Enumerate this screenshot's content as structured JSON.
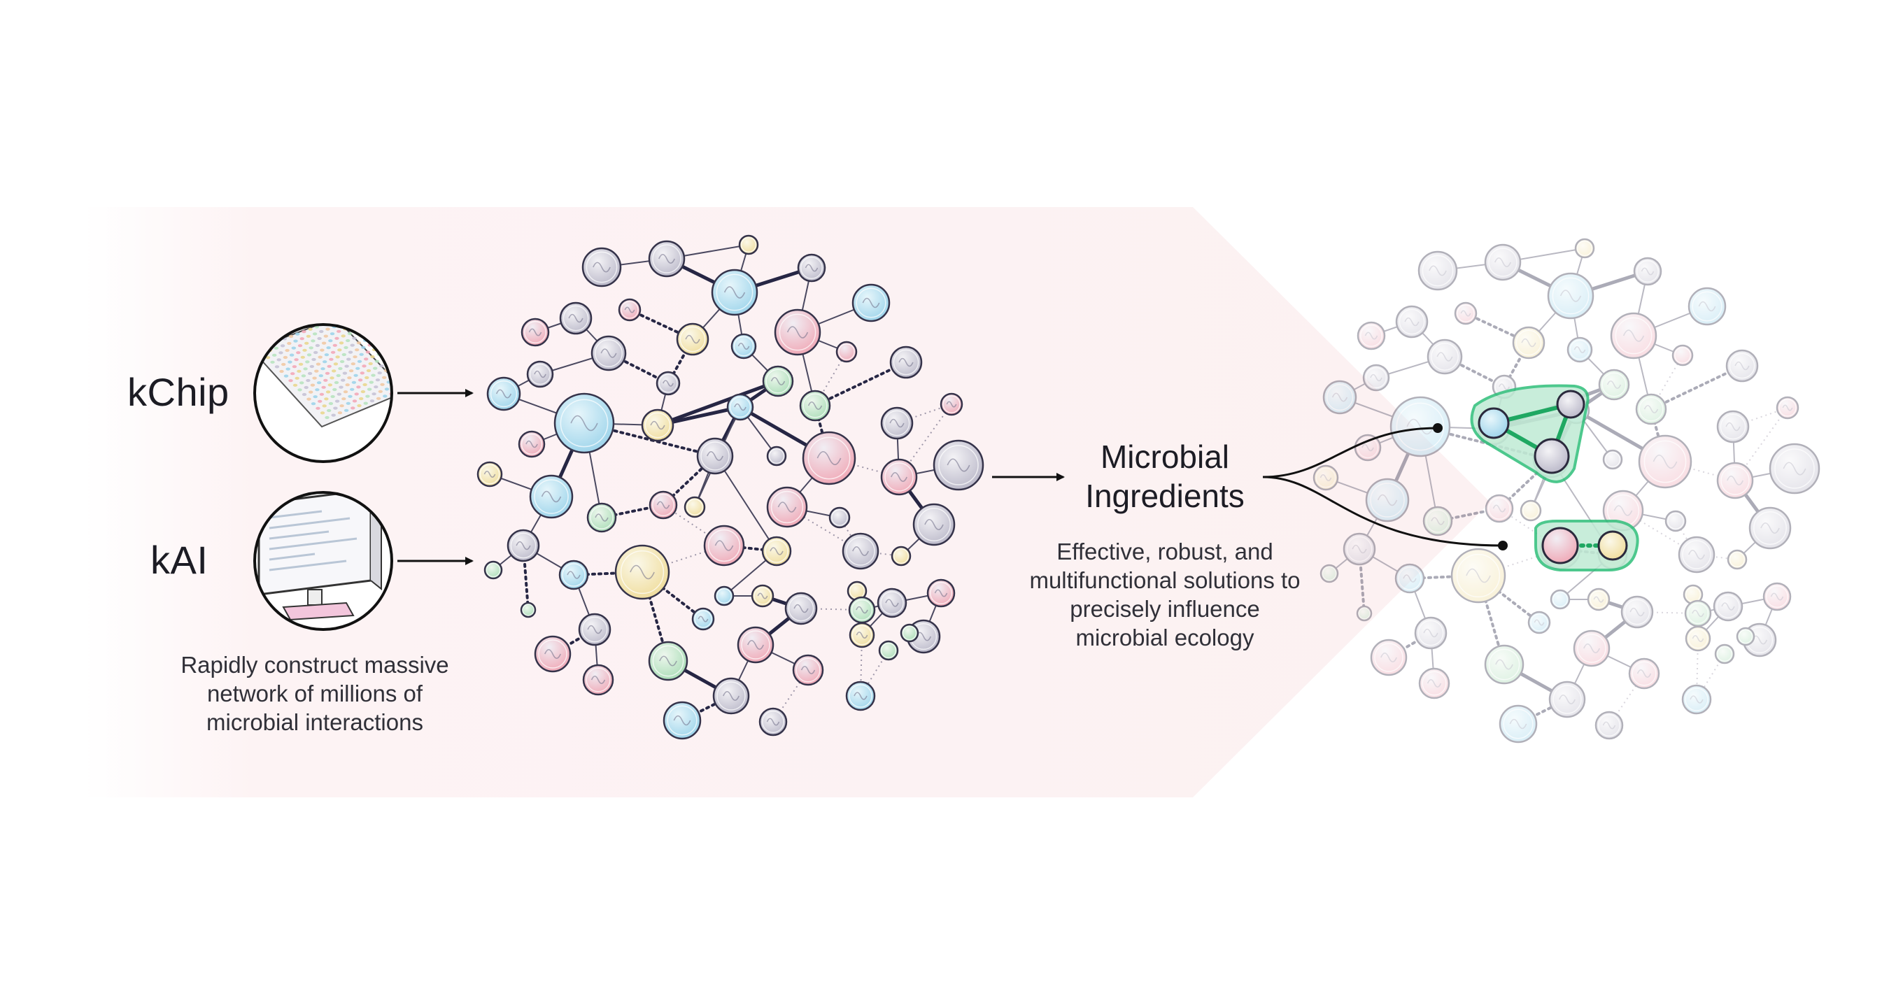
{
  "inputs": [
    {
      "label": "kChip",
      "icon": "microplate-icon"
    },
    {
      "label": "kAI",
      "icon": "computer-monitor-icon"
    }
  ],
  "left_caption": [
    "Rapidly construct massive",
    "network of millions of",
    "microbial interactions"
  ],
  "output_title": [
    "Microbial",
    "Ingredients"
  ],
  "output_caption": [
    "Effective, robust, and",
    "multifunctional solutions to",
    "precisely influence",
    "microbial ecology"
  ],
  "colors": {
    "band": "#fbeef0",
    "edge_dark": "#2a2a4a",
    "edge_light": "#b9b3bf",
    "highlight": "#2fbf7a",
    "highlight_fill": "#bfead4",
    "arrow": "#111111"
  }
}
